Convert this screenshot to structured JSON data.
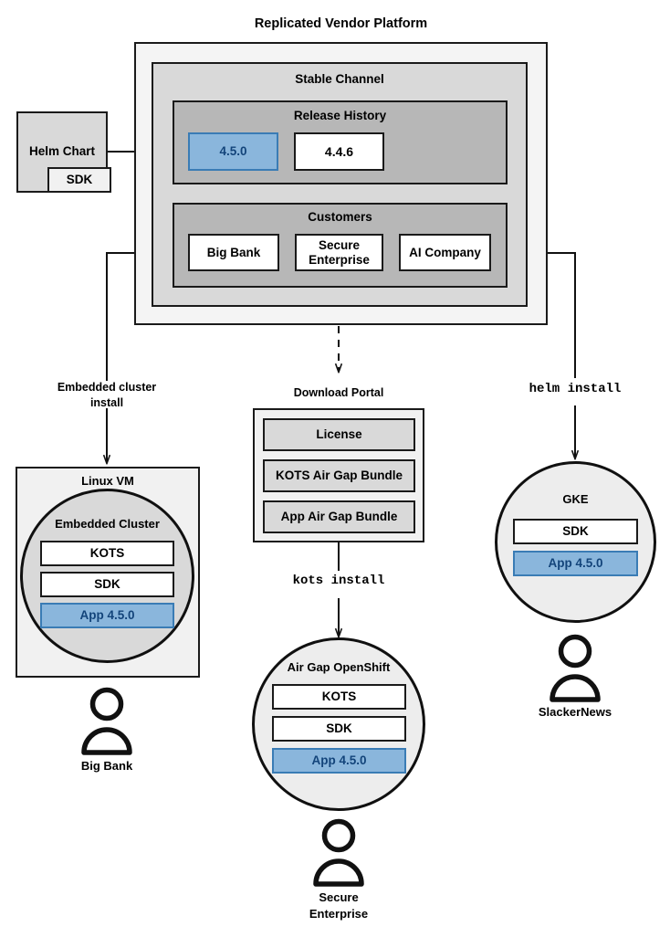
{
  "diagram": {
    "title": "Replicated Vendor Platform",
    "platform": {
      "channel_title": "Stable Channel",
      "release_history": {
        "title": "Release History",
        "releases": [
          {
            "version": "4.5.0",
            "highlighted": true
          },
          {
            "version": "4.4.6",
            "highlighted": false
          }
        ]
      },
      "customers": {
        "title": "Customers",
        "items": [
          "Big Bank",
          "Secure Enterprise",
          "AI Company"
        ]
      }
    },
    "source": {
      "label": "Helm Chart",
      "sub_label": "SDK"
    },
    "edges": [
      {
        "label": "Embedded cluster\ninstall",
        "line1": "Embedded cluster",
        "line2": "install",
        "style": "solid"
      },
      {
        "label": "kots install",
        "style": "solid",
        "font": "mono"
      },
      {
        "label": "helm install",
        "style": "solid",
        "font": "mono"
      }
    ],
    "download_portal": {
      "title": "Download Portal",
      "artifacts": [
        "License",
        "KOTS Air Gap Bundle",
        "App Air Gap Bundle"
      ]
    },
    "targets": [
      {
        "name": "linux-vm",
        "title": "Linux VM",
        "inner_title": "Embedded Cluster",
        "components": [
          {
            "label": "KOTS",
            "highlighted": false
          },
          {
            "label": "SDK",
            "highlighted": false
          },
          {
            "label": "App 4.5.0",
            "highlighted": true
          }
        ],
        "persona": "Big Bank"
      },
      {
        "name": "air-gap-openshift",
        "title": "Air Gap OpenShift",
        "components": [
          {
            "label": "KOTS",
            "highlighted": false
          },
          {
            "label": "SDK",
            "highlighted": false
          },
          {
            "label": "App 4.5.0",
            "highlighted": true
          }
        ],
        "persona_line1": "Secure",
        "persona_line2": "Enterprise"
      },
      {
        "name": "gke",
        "title": "GKE",
        "components": [
          {
            "label": "SDK",
            "highlighted": false
          },
          {
            "label": "App 4.5.0",
            "highlighted": true
          }
        ],
        "persona": "SlackerNews"
      }
    ],
    "colors": {
      "highlight_fill": "#8ab6dc",
      "highlight_border": "#3a7cb5",
      "highlight_text": "#13447a",
      "stroke": "#1a1a1a",
      "outer_fill": "#f4f4f4",
      "channel_fill": "#d9d9d9",
      "release_fill": "#b7b7b7"
    },
    "icon_names": [
      "person-icon",
      "arrow-head-icon"
    ]
  }
}
